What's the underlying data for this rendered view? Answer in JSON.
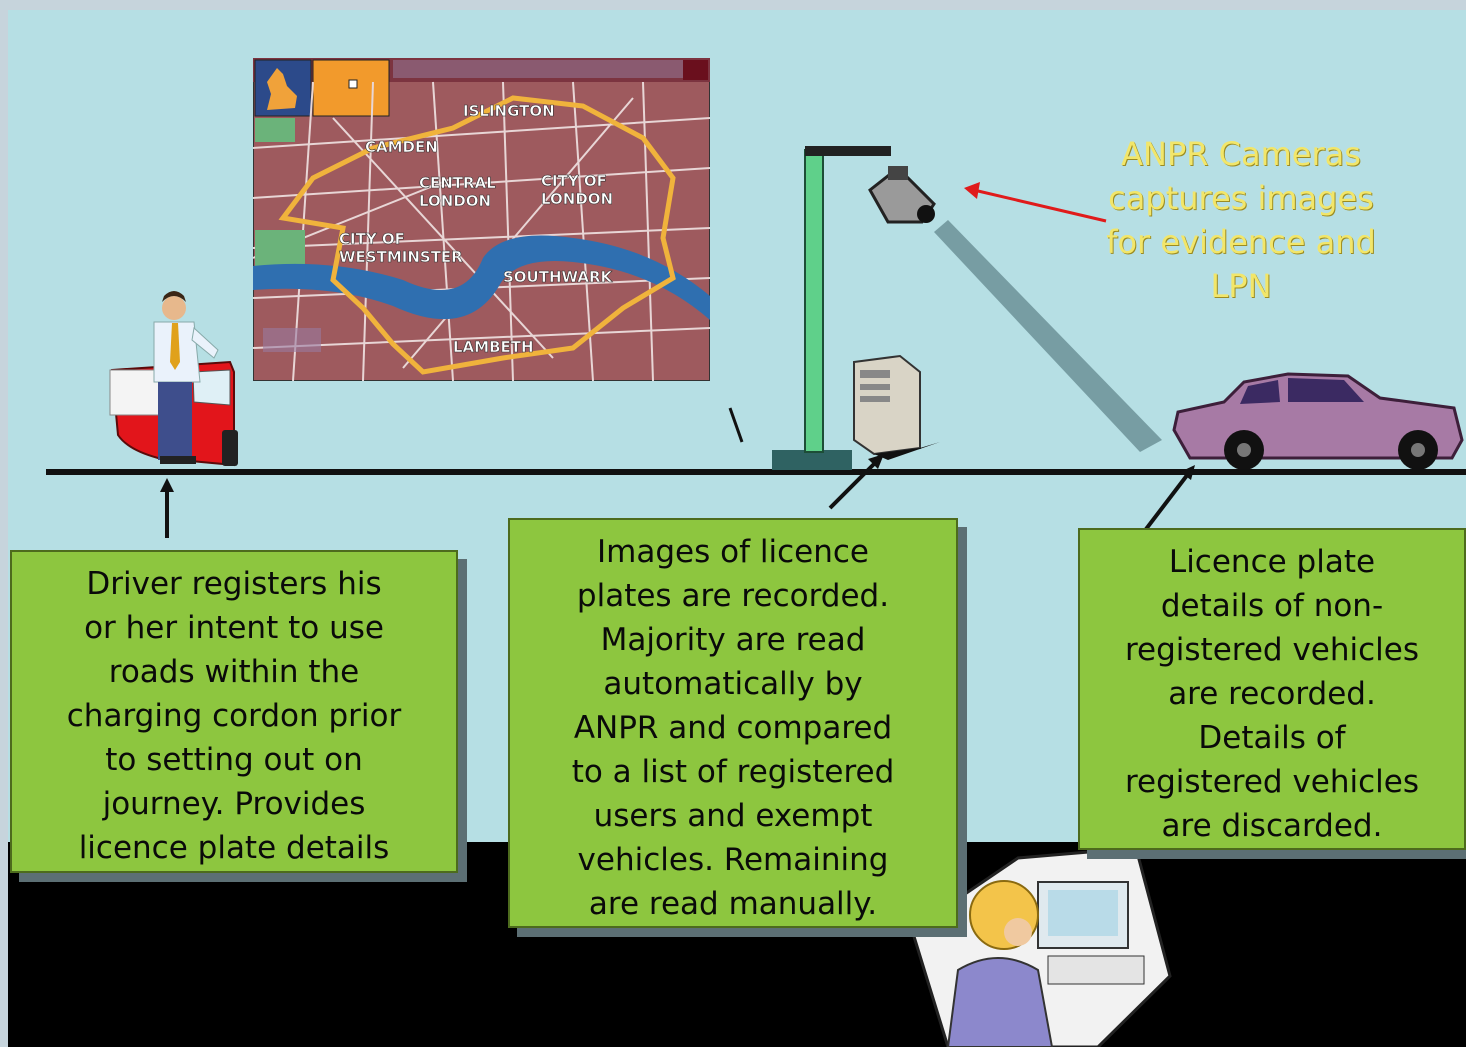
{
  "map": {
    "labels": [
      {
        "id": "islington",
        "text": "ISLINGTON"
      },
      {
        "id": "camden",
        "text": "CAMDEN"
      },
      {
        "id": "central1",
        "text": "CENTRAL"
      },
      {
        "id": "central2",
        "text": "LONDON"
      },
      {
        "id": "city1",
        "text": "CITY OF"
      },
      {
        "id": "city2",
        "text": "LONDON"
      },
      {
        "id": "westminster1",
        "text": "CITY OF"
      },
      {
        "id": "westminster2",
        "text": "WESTMINSTER"
      },
      {
        "id": "southwark",
        "text": "SOUTHWARK"
      },
      {
        "id": "lambeth",
        "text": "LAMBETH"
      }
    ]
  },
  "anpr_caption": "ANPR Cameras\ncaptures images\nfor evidence and\nLPN",
  "boxes": {
    "driver": "Driver registers his\nor her intent to use\nroads within the\ncharging cordon prior\nto setting out on\njourney.  Provides\nlicence plate details",
    "images": "Images of licence\nplates are recorded.\nMajority are read\nautomatically by\nANPR and compared\nto a list of registered\nusers and exempt\nvehicles. Remaining\nare read manually.",
    "plate": "Licence plate\ndetails of  non-\nregistered vehicles\nare recorded.\nDetails of\nregistered vehicles\nare discarded."
  },
  "colors": {
    "sky": "#b6dfe4",
    "ground": "#000000",
    "box_fill": "#8dc63f",
    "caption": "#f2e66a",
    "arrow_red": "#e01b1b",
    "car_red": "#e2151b",
    "car_purple": "#a77aa5",
    "map_fill": "#9e5a5e",
    "map_river": "#2f6fb0",
    "map_cordon": "#f0b33c"
  },
  "icons": [
    "driver-figure",
    "red-car-icon",
    "cctv-camera-icon",
    "lamp-post",
    "server-tower-icon",
    "purple-car-icon",
    "operator-at-computer-icon"
  ]
}
